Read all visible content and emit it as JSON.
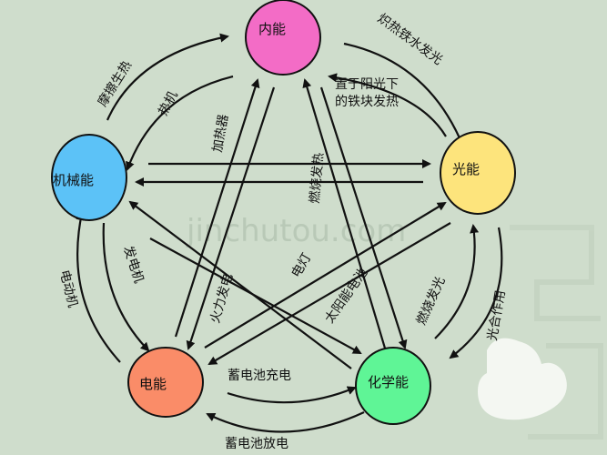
{
  "colors": {
    "background": "#cfddcc",
    "internal": "#f36cc6",
    "mechanical": "#5cc2f7",
    "light": "#fde47c",
    "electric": "#fa8c68",
    "chemical": "#5ff596"
  },
  "watermark": "jinchutou.com",
  "nodes": {
    "internal": "内能",
    "mechanical": "机械能",
    "light": "光能",
    "electric": "电能",
    "chemical": "化学能"
  },
  "labels": {
    "friction_heat": "摩擦生热",
    "heat_engine": "热机",
    "molten_iron_glow": "炽热铁水发光",
    "sun_iron_line1": "置于阳光下",
    "sun_iron_line2": "的铁块发热",
    "heater": "加热器",
    "combustion_heat": "燃烧发热",
    "generator": "发电机",
    "motor": "电动机",
    "thermal_power": "火力发电",
    "lamp": "电灯",
    "solar_cell": "太阳能电池",
    "combustion_light": "燃烧发光",
    "photosynthesis": "光合作用",
    "battery_charge": "蓄电池充电",
    "battery_discharge": "蓄电池放电"
  }
}
